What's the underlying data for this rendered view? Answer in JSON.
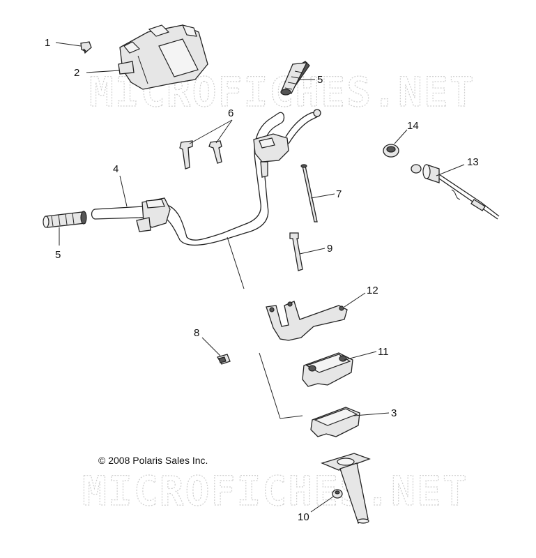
{
  "watermark": "MICROFICHES.NET",
  "copyright": "© 2008  Polaris Sales Inc.",
  "callouts": {
    "c1": "1",
    "c2": "2",
    "c3": "3",
    "c4": "4",
    "c5a": "5",
    "c5b": "5",
    "c6": "6",
    "c7": "7",
    "c8": "8",
    "c9": "9",
    "c10": "10",
    "c11": "11",
    "c12": "12",
    "c13": "13",
    "c14": "14"
  }
}
